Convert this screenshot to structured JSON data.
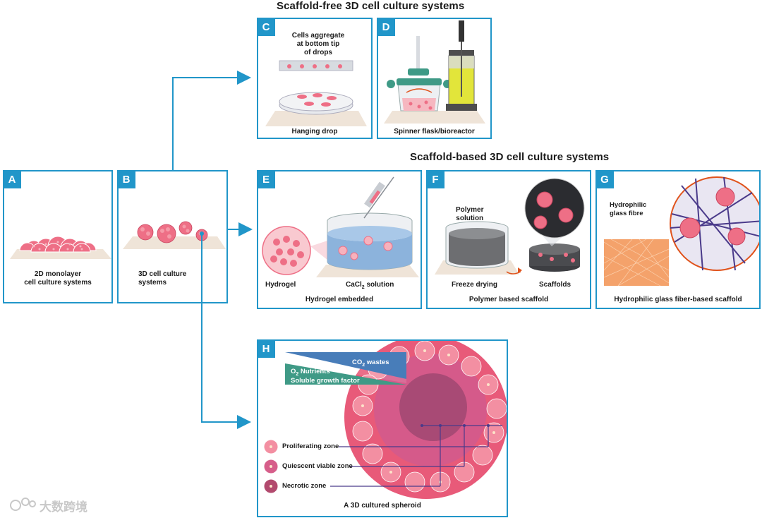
{
  "titles": {
    "scaffold_free": "Scaffold-free 3D cell culture systems",
    "scaffold_based": "Scaffold-based 3D cell culture systems"
  },
  "panels": {
    "A": {
      "letter": "A",
      "caption": "2D monolayer\ncell culture systems"
    },
    "B": {
      "letter": "B",
      "caption": "3D cell culture\nsystems"
    },
    "C": {
      "letter": "C",
      "top_label": "Cells aggregate\nat bottom tip\nof drops",
      "caption": "Hanging drop"
    },
    "D": {
      "letter": "D",
      "caption": "Spinner flask/bioreactor"
    },
    "E": {
      "letter": "E",
      "label_left": "Hydrogel",
      "label_right_prefix": "CaCl",
      "label_right_sub": "2",
      "label_right_suffix": " solution",
      "caption": "Hydrogel embedded"
    },
    "F": {
      "letter": "F",
      "label_top": "Polymer\nsolution",
      "label_left": "Freeze drying",
      "label_right": "Scaffolds",
      "caption": "Polymer based scaffold"
    },
    "G": {
      "letter": "G",
      "label_left": "Hydrophilic\nglass fibre",
      "caption": "Hydrophilic glass fiber-based scaffold"
    },
    "H": {
      "letter": "H",
      "co2_prefix": "CO",
      "co2_sub": "2",
      "co2_suffix": " wastes",
      "o2_prefix": "O",
      "o2_sub": "2",
      "o2_suffix": " Nutrients",
      "growth": "Soluble growth factor",
      "legend": [
        {
          "label": "Proliferating zone"
        },
        {
          "label": "Quiescent viable zone"
        },
        {
          "label": "Necrotic zone"
        }
      ],
      "caption": "A 3D cultured spheroid"
    }
  },
  "colors": {
    "accent": "#2196c9",
    "cell_pink": "#ee6f86",
    "cell_light": "#f59aa8",
    "quiescent": "#d65e8a",
    "necrotic": "#b24a6e",
    "base": "#efe4d8",
    "arrow_purple": "#4a3a8a"
  },
  "watermark": "大数跨境"
}
